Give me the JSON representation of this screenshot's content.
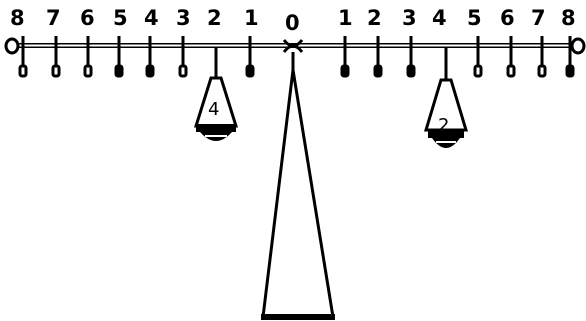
{
  "balance": {
    "pivot_label": "0",
    "left_positions": [
      "8",
      "7",
      "6",
      "5",
      "4",
      "3",
      "2",
      "1"
    ],
    "right_positions": [
      "1",
      "2",
      "3",
      "4",
      "5",
      "6",
      "7",
      "8"
    ],
    "weights": [
      {
        "side": "left",
        "position": 2,
        "label": "4"
      },
      {
        "side": "right",
        "position": 4,
        "label": "2"
      }
    ],
    "colors": {
      "ink": "#000000",
      "background": "#ffffff"
    }
  }
}
